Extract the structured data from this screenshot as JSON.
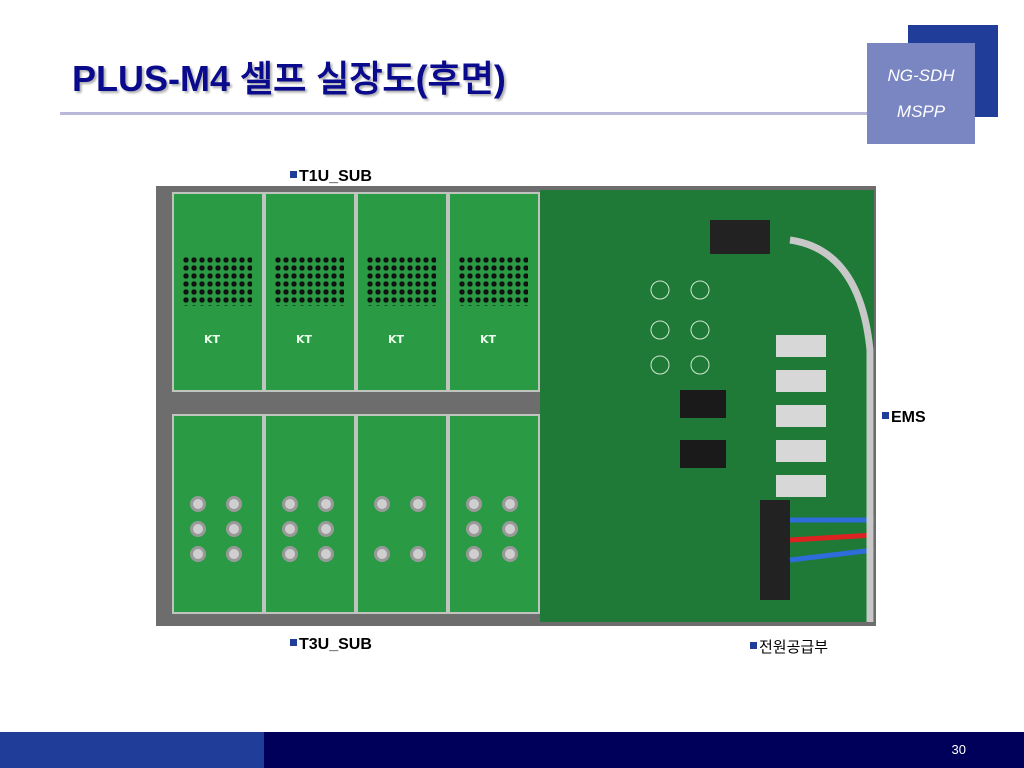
{
  "title": "PLUS-M4 셀프 실장도(후면)",
  "badge": {
    "line1": "NG-SDH",
    "line2": "MSPP"
  },
  "labels": {
    "t1u": "T1U_SUB",
    "t3u": "T3U_SUB",
    "ems": "EMS",
    "power": "전원공급부"
  },
  "page_number": "30",
  "colors": {
    "title": "#0a0a8c",
    "badge": "#7a86c2",
    "footer_dark": "#00005a",
    "footer_light": "#1f3d99",
    "board_green": "#2a9a45"
  }
}
